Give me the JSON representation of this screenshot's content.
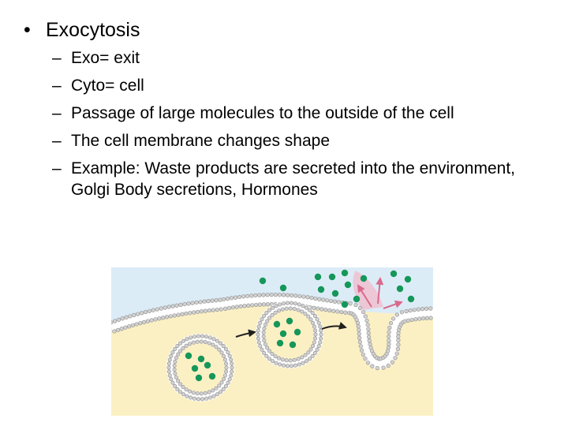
{
  "slide": {
    "main_bullet": {
      "marker": "•",
      "text": "Exocytosis"
    },
    "sub_bullets": [
      {
        "marker": "–",
        "text": "Exo= exit"
      },
      {
        "marker": "–",
        "text": "Cyto= cell"
      },
      {
        "marker": "–",
        "text": "Passage of large molecules to the outside of the cell"
      },
      {
        "marker": "–",
        "text": "The cell membrane changes shape"
      },
      {
        "marker": "–",
        "text": "Example: Waste products are secreted into the environment, Golgi Body secretions, Hormones"
      }
    ]
  },
  "figure": {
    "colors": {
      "outside": "#dcecf7",
      "cytoplasm": "#fbf0c4",
      "membrane_head": "#d2d2d2",
      "membrane_tail": "#ffffff",
      "molecule": "#16975a",
      "arrow_dark": "#1f1f1f",
      "arrow_pink": "#d86a8c",
      "release_glow": "#f3b8c8"
    }
  }
}
